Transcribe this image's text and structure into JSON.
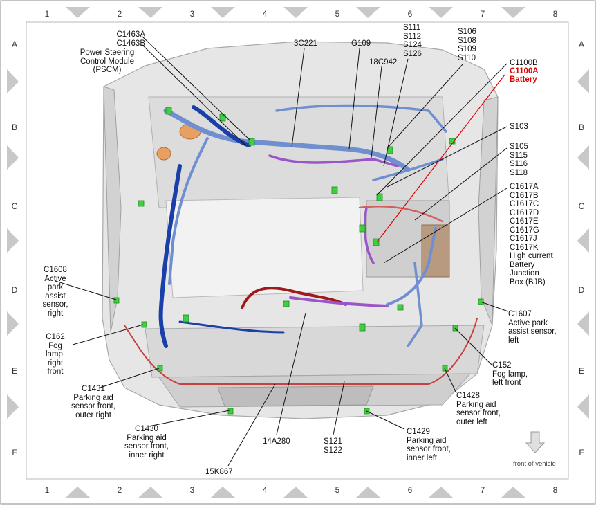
{
  "grid": {
    "columns": [
      "1",
      "2",
      "3",
      "4",
      "5",
      "6",
      "7",
      "8"
    ],
    "rows": [
      "A",
      "B",
      "C",
      "D",
      "E",
      "F"
    ]
  },
  "labels": {
    "c1463a": "C1463A",
    "c1463b": "C1463B",
    "pscm": "Power Steering\nControl Module\n(PSCM)",
    "n3c221": "3C221",
    "g109": "G109",
    "s111": "S111\nS112\nS124\nS126",
    "n18c942": "18C942",
    "s106": "S106\nS108\nS109\nS110",
    "c1100b": "C1100B",
    "c1100a": "C1100A",
    "battery": "Battery",
    "s103": "S103",
    "s105": "S105\nS115\nS116\nS118",
    "bjb": "C1617A\nC1617B\nC1617C\nC1617D\nC1617E\nC1617G\nC1617J\nC1617K\nHigh current\nBattery\nJunction\nBox (BJB)",
    "c1608": "C1608\nActive\npark\nassist\nsensor,\nright",
    "c162": "C162\nFog\nlamp,\nright\nfront",
    "c1431": "C1431\nParking aid\nsensor front,\nouter right",
    "c1430": "C1430\nParking aid\nsensor front,\ninner right",
    "n15k867": "15K867",
    "n14a280": "14A280",
    "s121": "S121\nS122",
    "c1429": "C1429\nParking aid\nsensor front,\ninner left",
    "c1428": "C1428\nParking aid\nsensor front,\nouter left",
    "c152": "C152\nFog lamp,\nleft front",
    "c1607": "C1607\nActive park\nassist sensor,\nleft",
    "front_of_vehicle": "front of vehicle"
  },
  "colors": {
    "callout_red": "#e00000",
    "harness_blue": "#6f8fd0",
    "harness_darkblue": "#1a3fa8",
    "harness_red": "#a01818",
    "harness_purple": "#9a55c8",
    "connector_green": "#3fcf3f"
  },
  "icons": {
    "front_arrow": "down-arrow-icon"
  }
}
